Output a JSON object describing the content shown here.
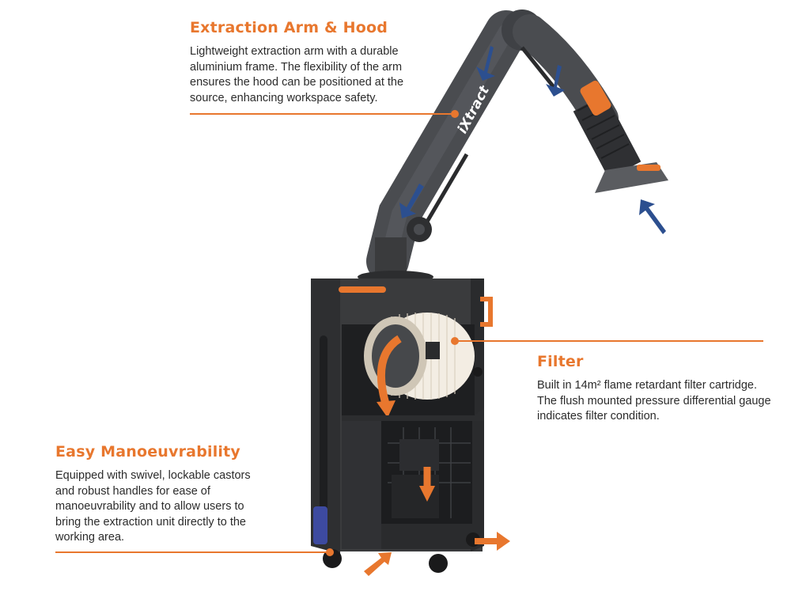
{
  "callouts": {
    "arm": {
      "title": "Extraction Arm & Hood",
      "body": "Lightweight extraction arm with a durable aluminium frame. The flexibility of the arm ensures the hood can be positioned at the source, enhancing workspace safety."
    },
    "filter": {
      "title": "Filter",
      "body": "Built in 14m² flame retardant filter cartridge. The flush mounted pressure differential gauge indicates filter condition."
    },
    "mobility": {
      "title": "Easy Manoeuvrability",
      "body": "Equipped with swivel, lockable castors and robust handles for ease of manoeuvrability and to allow users to bring the extraction unit directly to the working area."
    }
  },
  "product": {
    "brand_mark": "iXtract"
  },
  "colors": {
    "accent": "#e8772e",
    "unit_body": "#3a3b3d",
    "arrow_blue": "#2c4f8f",
    "filter_cream": "#f3ede3"
  }
}
